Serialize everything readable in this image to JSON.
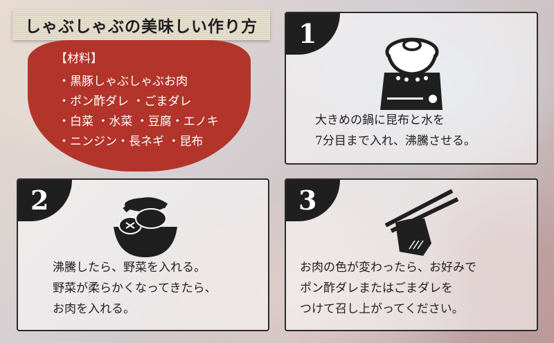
{
  "title": "しゃぶしゃぶの美味しい作り方",
  "ingredients": {
    "heading": "【材料】",
    "lines": [
      "・黒豚しゃぶしゃぶお肉",
      "・ポン酢ダレ ・ごまダレ",
      "・白菜 ・水菜 ・豆腐・エノキ",
      "・ニンジン・長ネギ ・昆布"
    ]
  },
  "steps": [
    {
      "number": "1",
      "icon": "pot-on-stove-icon",
      "lines": [
        "大きめの鍋に昆布と水を",
        "7分目まで入れ、沸騰させる。"
      ]
    },
    {
      "number": "2",
      "icon": "pot-with-ingredients-icon",
      "lines": [
        "沸騰したら、野菜を入れる。",
        "野菜が柔らかくなってきたら、",
        "お肉を入れる。"
      ]
    },
    {
      "number": "3",
      "icon": "chopsticks-with-meat-icon",
      "lines": [
        "お肉の色が変わったら、お好みで",
        "ポン酢ダレまたはごまダレを",
        "つけて召し上がってください。"
      ]
    }
  ],
  "colors": {
    "accent_red": "#b3342a",
    "badge_dark": "#1f1f1f",
    "banner_beige": "#e2dac8"
  }
}
